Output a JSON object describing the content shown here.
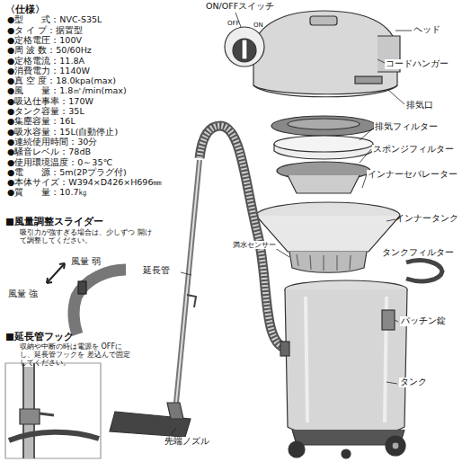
{
  "diagram": {
    "labels": [
      "〈仕様〉",
      "●型　　式：NVC-S35L",
      "●タ イ プ：据置型",
      "●定格電圧：100V",
      "●周 波 数：50/60Hz",
      "●定格電流：11.8A",
      "●消費電力：1140W",
      "●真 空 度：18.0kpa(max)",
      "●風　　量：1.8㎥/min(max)",
      "●吸込仕事率：170W",
      "●タンク容量：35L",
      "●集塵容量：16L",
      "●吸水容量：15L(自動停止)",
      "●連続使用時間：30分",
      "●騒音レベル：78dB",
      "●使用環境温度：0～35℃",
      "●電　　源：5m(2Pプラグ付)",
      "●本体サイズ：W394×D426×H696㎜",
      "●質　　量：10.7㎏",
      "ON/OFFスイッチ",
      "OFF",
      "ON",
      "ヘッド",
      "コードハンガー",
      "排気口",
      "排気フィルター",
      "スポンジフィルター",
      "インナーセパレーター",
      "インナータンク",
      "満水センサー",
      "タンクフィルター",
      "パッチン錠",
      "タンク",
      "延長管",
      "先端ノズル",
      "■風量調整スライダー",
      "吸引力が強すぎる場合は、少しずつ 開けて調整してください。",
      "風量 弱",
      "風量 強",
      "■延長管フック",
      "収納や中断の時は電源を OFFにし、延長管フックを 差込んで固定してください。"
    ]
  }
}
